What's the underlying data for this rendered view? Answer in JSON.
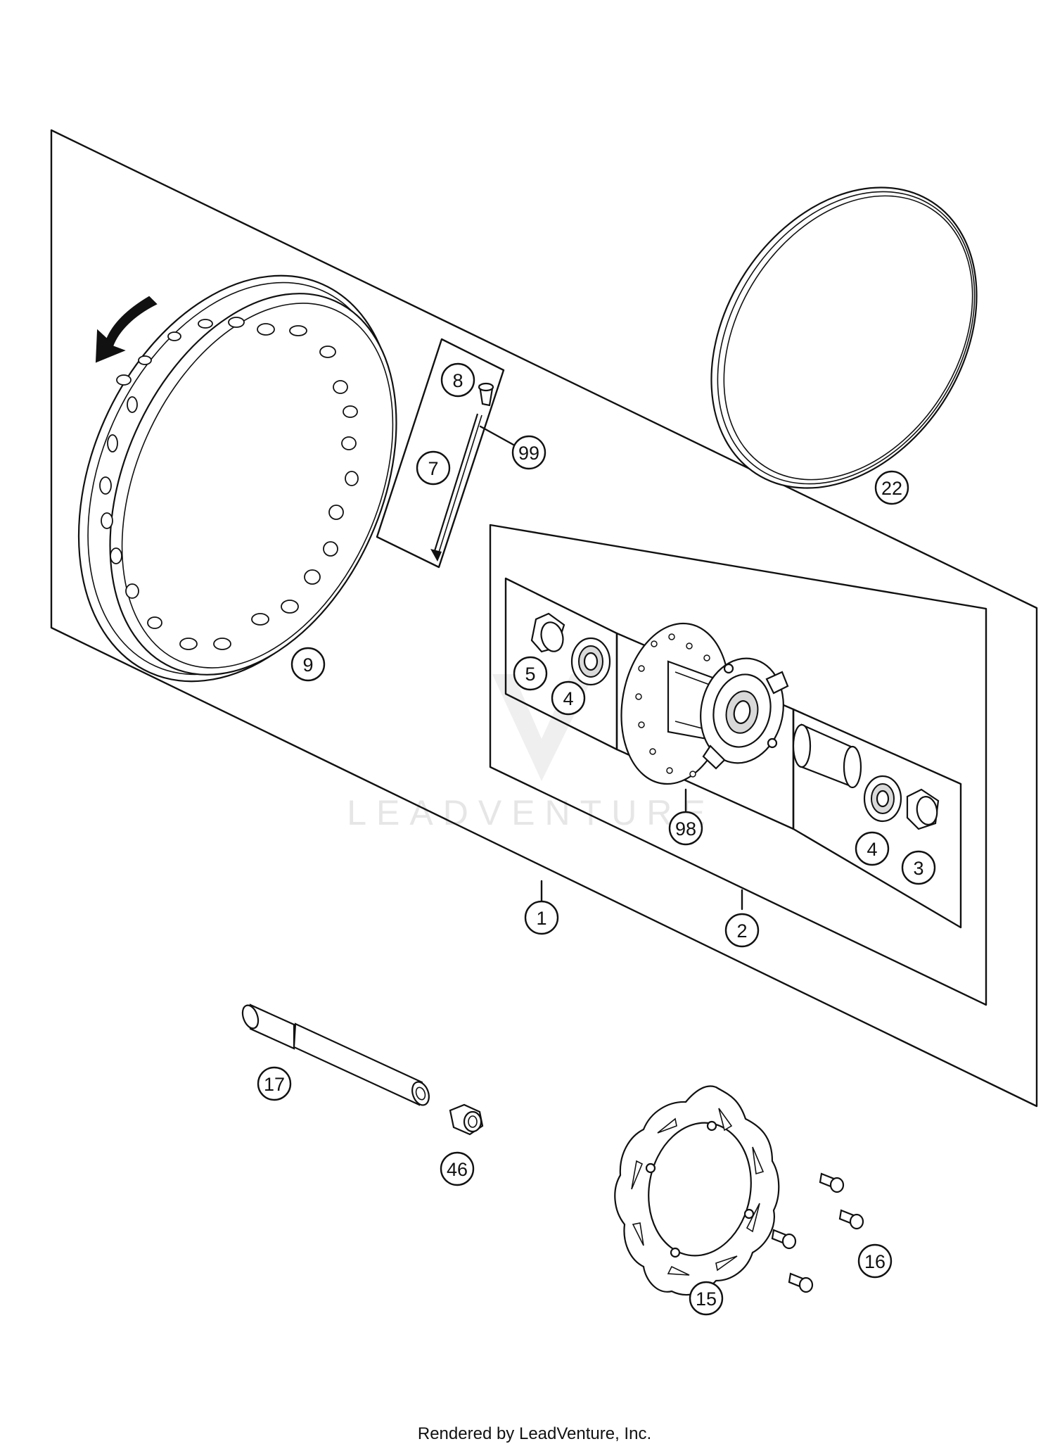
{
  "callouts": {
    "c1": "1",
    "c2": "2",
    "c3": "3",
    "c4a": "4",
    "c4b": "4",
    "c5": "5",
    "c7": "7",
    "c8": "8",
    "c9": "9",
    "c15": "15",
    "c16": "16",
    "c17": "17",
    "c22": "22",
    "c46": "46",
    "c98": "98",
    "c99": "99"
  },
  "watermark": "LEADVENTURE",
  "credit": "Rendered by LeadVenture, Inc.",
  "icons": {
    "arrow": "rotation-direction-arrow-icon"
  }
}
